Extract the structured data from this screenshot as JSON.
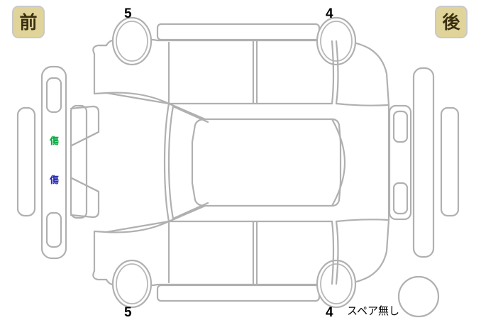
{
  "diagram": {
    "title_front_badge": "前",
    "title_rear_badge": "後",
    "view": "vehicle-top-view-condition-map"
  },
  "badges": {
    "front": {
      "label": "前",
      "meaning": "front",
      "bg": "#e0d49a",
      "text_color": "#3b2f12"
    },
    "rear": {
      "label": "後",
      "meaning": "rear",
      "bg": "#e0d49a",
      "text_color": "#3b2f12"
    }
  },
  "tires": {
    "front_left": {
      "label": "5",
      "position": "front-left"
    },
    "rear_left": {
      "label": "4",
      "position": "rear-left"
    },
    "front_right": {
      "label": "5",
      "position": "front-right"
    },
    "rear_right": {
      "label": "4",
      "position": "rear-right"
    },
    "spare": {
      "label": "スペア無し",
      "meaning": "no spare tire"
    }
  },
  "damage_marks": [
    {
      "label": "傷",
      "meaning": "scratch",
      "color": "#00a83c",
      "location": "front-left-corner-upper"
    },
    {
      "label": "傷",
      "meaning": "scratch",
      "color": "#2626b4",
      "location": "front-left-corner-lower"
    }
  ],
  "colors": {
    "outline": "#b0b0b0",
    "badge_bg": "#e0d49a",
    "mark_green": "#00a83c",
    "mark_blue": "#2626b4",
    "background": "#ffffff"
  }
}
